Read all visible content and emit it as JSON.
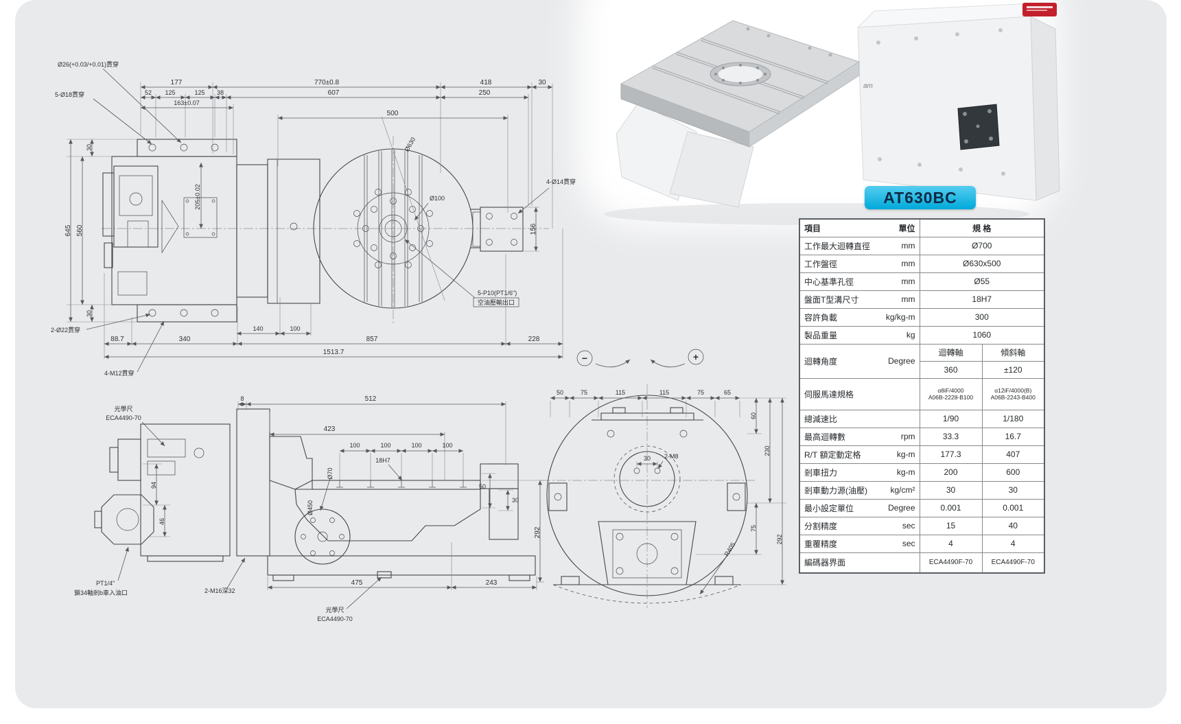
{
  "page": {
    "panel_bg": "#e9eaec"
  },
  "photo": {
    "watermark": "am"
  },
  "spec": {
    "title": "AT630BC",
    "accent": "#00b3e3",
    "header": {
      "item": "項目",
      "unit": "單位",
      "value": "規 格"
    },
    "rows_simple": [
      {
        "label": "工作最大迴轉直徑",
        "unit": "mm",
        "value": "Ø700"
      },
      {
        "label": "工作盤徑",
        "unit": "mm",
        "value": "Ø630x500"
      },
      {
        "label": "中心基準孔徑",
        "unit": "mm",
        "value": "Ø55"
      },
      {
        "label": "盤面T型溝尺寸",
        "unit": "mm",
        "value": "18H7"
      },
      {
        "label": "容許負載",
        "unit": "kg/kg-m",
        "value": "300"
      },
      {
        "label": "製品重量",
        "unit": "kg",
        "value": "1060"
      }
    ],
    "rotation": {
      "label": "迴轉角度",
      "unit": "Degree",
      "head1": "迴轉軸",
      "head2": "傾斜軸",
      "val1": "360",
      "val2": "±120"
    },
    "rows_dual": [
      {
        "label": "伺服馬達規格",
        "unit": "",
        "v1": "α8iF/4000",
        "v1b": "A06B-2228-B100",
        "v2": "α12iF/4000(B)",
        "v2b": "A06B-2243-B400"
      },
      {
        "label": "總減速比",
        "unit": "",
        "v1": "1/90",
        "v2": "1/180"
      },
      {
        "label": "最高迴轉數",
        "unit": "rpm",
        "v1": "33.3",
        "v2": "16.7"
      },
      {
        "label": "R/T 額定動定格",
        "unit": "kg-m",
        "v1": "177.3",
        "v2": "407"
      },
      {
        "label": "剎車扭力",
        "unit": "kg-m",
        "v1": "200",
        "v2": "600"
      },
      {
        "label": "剎車動力源(油壓)",
        "unit": "kg/cm²",
        "v1": "30",
        "v2": "30"
      },
      {
        "label": "最小設定單位",
        "unit": "Degree",
        "v1": "0.001",
        "v2": "0.001"
      },
      {
        "label": "分割精度",
        "unit": "sec",
        "v1": "15",
        "v2": "40"
      },
      {
        "label": "重覆精度",
        "unit": "sec",
        "v1": "4",
        "v2": "4"
      },
      {
        "label": "編碼器界面",
        "unit": "",
        "v1": "ECA4490F-70",
        "v2": "ECA4490F-70"
      }
    ]
  },
  "front": {
    "top": [
      "177",
      "770±0.8",
      "418",
      "30",
      "52",
      "125",
      "125",
      "38",
      "607",
      "250",
      "163±0.07",
      "500"
    ],
    "left": [
      "645",
      "560",
      "30",
      "30",
      "205±0.02"
    ],
    "bottom": [
      "140",
      "100",
      "88.7",
      "340",
      "857",
      "228",
      "1513.7"
    ],
    "right": [
      "156"
    ],
    "leaders": [
      "Ø26(+0.03/+0.01)貫穿",
      "5-Ø18貫穿",
      "2-Ø22貫穿",
      "4-M12貫穿",
      "4-Ø14貫穿",
      "5-P10(PT1/6\")",
      "空油壓輸出口",
      "Ø630",
      "Ø100"
    ]
  },
  "side": {
    "top": [
      "8",
      "512",
      "423",
      "100",
      "100",
      "100",
      "100",
      "18H7"
    ],
    "labels": [
      "Ø70",
      "Ø450",
      "94",
      "46",
      "50",
      "30",
      "292"
    ],
    "bottom": [
      "475",
      "243"
    ],
    "leaders": [
      "光學尺",
      "ECA4490-70",
      "PT1/4\"",
      "鎖34軸剎b車入油口",
      "2-M16深32",
      "光學尺",
      "ECA4490-70"
    ]
  },
  "endview": {
    "top": [
      "50",
      "75",
      "115",
      "115",
      "75",
      "65"
    ],
    "right": [
      "60",
      "230",
      "75",
      "292"
    ],
    "center": [
      "30",
      "2-M8",
      "R405"
    ],
    "signs": [
      "−",
      "+"
    ]
  }
}
